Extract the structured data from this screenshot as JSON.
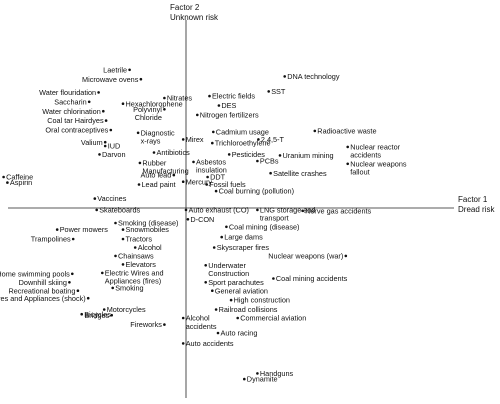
{
  "chart_data": {
    "type": "scatter",
    "title": "",
    "xlabel": "Factor 1\nDread risk",
    "ylabel": "Factor 2\nUnknown risk",
    "xlim": [
      -2.0,
      2.2
    ],
    "ylim": [
      -2.2,
      1.8
    ],
    "grid": false,
    "axes_through_origin": true,
    "points": [
      {
        "label": "Laetrile",
        "x": -0.6,
        "y": 1.47,
        "anchor": "right"
      },
      {
        "label": "Microwave ovens",
        "x": -0.48,
        "y": 1.37,
        "anchor": "right"
      },
      {
        "label": "Water flouridation",
        "x": -0.93,
        "y": 1.23,
        "anchor": "right"
      },
      {
        "label": "Saccharin",
        "x": -1.03,
        "y": 1.13,
        "anchor": "right"
      },
      {
        "label": "Water chlorination",
        "x": -0.88,
        "y": 1.03,
        "anchor": "right"
      },
      {
        "label": "Coal tar Hairdyes",
        "x": -0.85,
        "y": 0.93,
        "anchor": "right"
      },
      {
        "label": "Oral contraceptives",
        "x": -0.8,
        "y": 0.83,
        "anchor": "right"
      },
      {
        "label": "Nitrates",
        "x": -0.23,
        "y": 1.17,
        "anchor": "left"
      },
      {
        "label": "Hexachlorophene",
        "x": -0.67,
        "y": 1.11,
        "anchor": "left"
      },
      {
        "label": "Polyvinyl\nChloride",
        "x": -0.23,
        "y": 1.05,
        "anchor": "right"
      },
      {
        "label": "Diagnostic\nx-rays",
        "x": -0.51,
        "y": 0.8,
        "anchor": "left"
      },
      {
        "label": "Valium",
        "x": -0.86,
        "y": 0.7,
        "anchor": "right"
      },
      {
        "label": "IUD",
        "x": -0.86,
        "y": 0.66,
        "anchor": "left"
      },
      {
        "label": "Darvon",
        "x": -0.92,
        "y": 0.57,
        "anchor": "left"
      },
      {
        "label": "Antibiotics",
        "x": -0.34,
        "y": 0.59,
        "anchor": "left"
      },
      {
        "label": "Rubber\nManufacturing",
        "x": -0.49,
        "y": 0.48,
        "anchor": "left"
      },
      {
        "label": "Auto lead",
        "x": -0.13,
        "y": 0.35,
        "anchor": "right"
      },
      {
        "label": "Lead paint",
        "x": -0.5,
        "y": 0.25,
        "anchor": "left"
      },
      {
        "label": "Caffeine",
        "x": -1.94,
        "y": 0.33,
        "anchor": "left"
      },
      {
        "label": "Aspirin",
        "x": -1.9,
        "y": 0.27,
        "anchor": "left"
      },
      {
        "label": "Vaccines",
        "x": -0.97,
        "y": 0.1,
        "anchor": "left"
      },
      {
        "label": "DNA technology",
        "x": 1.05,
        "y": 1.4,
        "anchor": "left"
      },
      {
        "label": "SST",
        "x": 0.88,
        "y": 1.24,
        "anchor": "left"
      },
      {
        "label": "Electric fields",
        "x": 0.25,
        "y": 1.19,
        "anchor": "left"
      },
      {
        "label": "DES",
        "x": 0.35,
        "y": 1.09,
        "anchor": "left"
      },
      {
        "label": "Nitrogen fertilizers",
        "x": 0.12,
        "y": 0.99,
        "anchor": "left"
      },
      {
        "label": "Radioactive waste",
        "x": 1.37,
        "y": 0.82,
        "anchor": "left"
      },
      {
        "label": "Cadmium usage",
        "x": 0.29,
        "y": 0.81,
        "anchor": "left"
      },
      {
        "label": "Mirex",
        "x": -0.03,
        "y": 0.73,
        "anchor": "left"
      },
      {
        "label": "2,4,5-T",
        "x": 0.77,
        "y": 0.73,
        "anchor": "left"
      },
      {
        "label": "Trichloroethylene",
        "x": 0.28,
        "y": 0.69,
        "anchor": "left"
      },
      {
        "label": "Nuclear reactor\naccidents",
        "x": 1.72,
        "y": 0.65,
        "anchor": "left"
      },
      {
        "label": "Uranium mining",
        "x": 1.0,
        "y": 0.56,
        "anchor": "left"
      },
      {
        "label": "Pesticides",
        "x": 0.46,
        "y": 0.57,
        "anchor": "left"
      },
      {
        "label": "PCBs",
        "x": 0.76,
        "y": 0.5,
        "anchor": "left"
      },
      {
        "label": "Asbestos\ninsulation",
        "x": 0.08,
        "y": 0.49,
        "anchor": "left"
      },
      {
        "label": "Nuclear weapons\nfallout",
        "x": 1.72,
        "y": 0.47,
        "anchor": "left"
      },
      {
        "label": "Satellite crashes",
        "x": 0.9,
        "y": 0.37,
        "anchor": "left"
      },
      {
        "label": "DDT",
        "x": 0.23,
        "y": 0.33,
        "anchor": "left"
      },
      {
        "label": "Mercury",
        "x": -0.03,
        "y": 0.28,
        "anchor": "left"
      },
      {
        "label": "Fossil fuels",
        "x": 0.22,
        "y": 0.25,
        "anchor": "left"
      },
      {
        "label": "Coal burning (pollution)",
        "x": 0.32,
        "y": 0.18,
        "anchor": "left"
      },
      {
        "label": "Skateboards",
        "x": -0.95,
        "y": -0.02,
        "anchor": "left"
      },
      {
        "label": "Auto exhaust (CO)",
        "x": 0.0,
        "y": -0.02,
        "anchor": "left"
      },
      {
        "label": "LNG storage and\ntransport",
        "x": 0.76,
        "y": -0.02,
        "anchor": "left"
      },
      {
        "label": "Nerve gas accidents",
        "x": 1.24,
        "y": -0.03,
        "anchor": "left"
      },
      {
        "label": "D-CON",
        "x": 0.02,
        "y": -0.12,
        "anchor": "left"
      },
      {
        "label": "Smoking (disease)",
        "x": -0.75,
        "y": -0.16,
        "anchor": "left"
      },
      {
        "label": "Power mowers",
        "x": -1.37,
        "y": -0.23,
        "anchor": "left"
      },
      {
        "label": "Snowmobiles",
        "x": -0.67,
        "y": -0.23,
        "anchor": "left"
      },
      {
        "label": "Coal mining (disease)",
        "x": 0.43,
        "y": -0.2,
        "anchor": "left"
      },
      {
        "label": "Trampolines",
        "x": -1.2,
        "y": -0.33,
        "anchor": "right"
      },
      {
        "label": "Tractors",
        "x": -0.67,
        "y": -0.33,
        "anchor": "left"
      },
      {
        "label": "Large dams",
        "x": 0.38,
        "y": -0.31,
        "anchor": "left"
      },
      {
        "label": "Alcohol",
        "x": -0.54,
        "y": -0.42,
        "anchor": "left"
      },
      {
        "label": "Skyscraper fires",
        "x": 0.3,
        "y": -0.42,
        "anchor": "left"
      },
      {
        "label": "Chainsaws",
        "x": -0.75,
        "y": -0.51,
        "anchor": "left"
      },
      {
        "label": "Nuclear weapons (war)",
        "x": 1.7,
        "y": -0.51,
        "anchor": "right"
      },
      {
        "label": "Elevators",
        "x": -0.67,
        "y": -0.6,
        "anchor": "left"
      },
      {
        "label": "Underwater\nConstruction",
        "x": 0.21,
        "y": -0.61,
        "anchor": "left"
      },
      {
        "label": "Electric Wires and\nAppliances (fires)",
        "x": -0.89,
        "y": -0.69,
        "anchor": "left"
      },
      {
        "label": "Home swimming pools",
        "x": -1.21,
        "y": -0.7,
        "anchor": "right"
      },
      {
        "label": "Coal mining accidents",
        "x": 0.93,
        "y": -0.75,
        "anchor": "left"
      },
      {
        "label": "Downhill skiing",
        "x": -1.24,
        "y": -0.79,
        "anchor": "right"
      },
      {
        "label": "Sport parachutes",
        "x": 0.21,
        "y": -0.79,
        "anchor": "left"
      },
      {
        "label": "Smoking",
        "x": -0.78,
        "y": -0.85,
        "anchor": "left"
      },
      {
        "label": "Recreational boating",
        "x": -1.15,
        "y": -0.88,
        "anchor": "right"
      },
      {
        "label": "General aviation",
        "x": 0.28,
        "y": -0.88,
        "anchor": "left"
      },
      {
        "label": "Electric Wires and Appliances (shock)",
        "x": -1.04,
        "y": -0.96,
        "anchor": "right"
      },
      {
        "label": "High construction",
        "x": 0.48,
        "y": -0.98,
        "anchor": "left"
      },
      {
        "label": "Railroad collisions",
        "x": 0.32,
        "y": -1.08,
        "anchor": "left"
      },
      {
        "label": "Motorcycles",
        "x": -0.87,
        "y": -1.08,
        "anchor": "left"
      },
      {
        "label": "Bicycles",
        "x": -1.11,
        "y": -1.13,
        "anchor": "left"
      },
      {
        "label": "Bridges",
        "x": -0.79,
        "y": -1.14,
        "anchor": "right"
      },
      {
        "label": "Alcohol\naccidents",
        "x": -0.03,
        "y": -1.17,
        "anchor": "left"
      },
      {
        "label": "Commercial aviation",
        "x": 0.55,
        "y": -1.17,
        "anchor": "left"
      },
      {
        "label": "Fireworks",
        "x": -0.23,
        "y": -1.24,
        "anchor": "right"
      },
      {
        "label": "Auto racing",
        "x": 0.34,
        "y": -1.33,
        "anchor": "left"
      },
      {
        "label": "Auto accidents",
        "x": -0.03,
        "y": -1.44,
        "anchor": "left"
      },
      {
        "label": "Handguns",
        "x": 0.76,
        "y": -1.76,
        "anchor": "left"
      },
      {
        "label": "Dynamite",
        "x": 0.62,
        "y": -1.82,
        "anchor": "left"
      }
    ]
  }
}
